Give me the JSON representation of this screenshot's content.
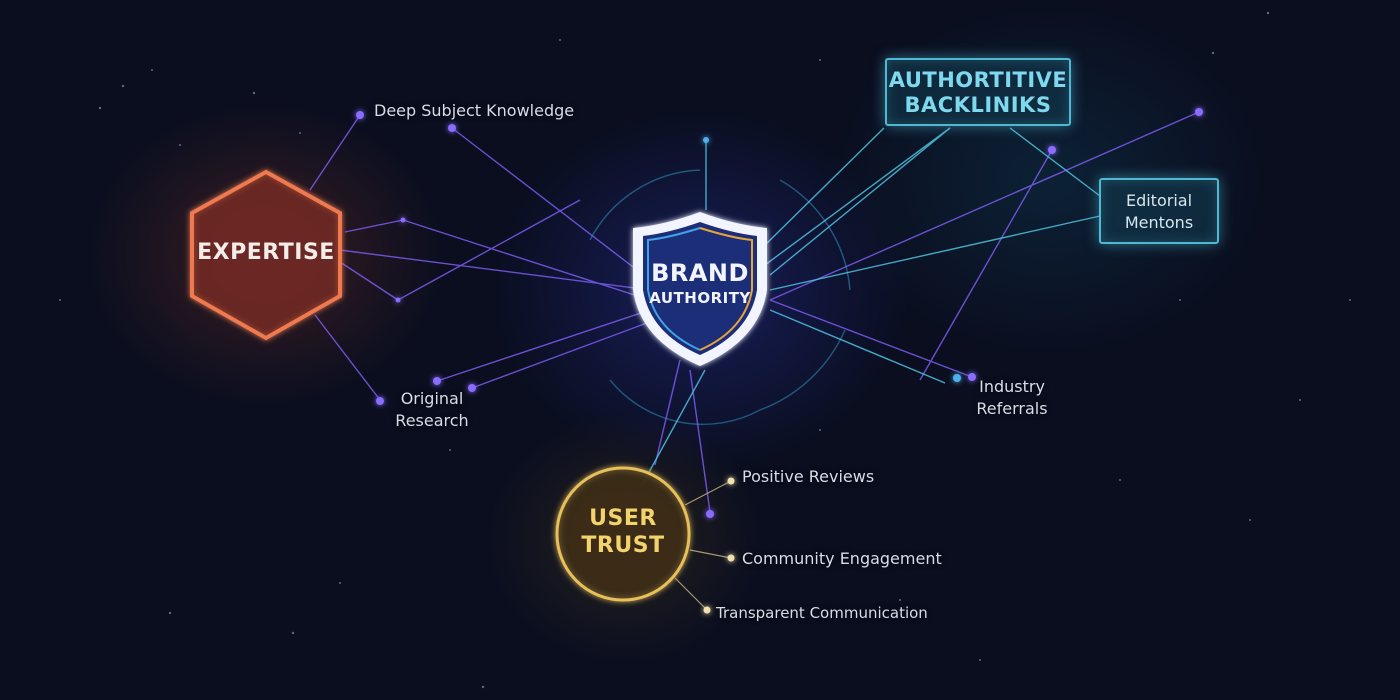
{
  "diagram": {
    "type": "concept-network",
    "center": {
      "title_line1": "BRAND",
      "title_line2": "AUTHORITY",
      "shape": "shield"
    },
    "nodes": {
      "expertise": {
        "label": "EXPERTISE",
        "shape": "hexagon",
        "color": "#f07a4f"
      },
      "user_trust": {
        "label_line1": "USER",
        "label_line2": "TRUST",
        "shape": "circle",
        "color": "#e8c05a"
      },
      "backlinks": {
        "label_line1": "AUTHORTITIVE",
        "label_line2": "BACKLINIKS",
        "shape": "rectangle",
        "color": "#4fb8d2"
      },
      "editorial": {
        "label_line1": "Editorial",
        "label_line2": "Mentons",
        "shape": "rectangle",
        "color": "#4fb8d2"
      }
    },
    "annotations": {
      "deep_subject_knowledge": "Deep Subject Knowledge",
      "original_research_line1": "Original",
      "original_research_line2": "Research",
      "industry_referrals_line1": "Industry",
      "industry_referrals_line2": "Referrals",
      "positive_reviews": "Positive Reviews",
      "community_engagement": "Community Engagement",
      "transparent_communication": "Transparent Communication"
    },
    "colors": {
      "background": "#0a0e1f",
      "shield_fill": "#1f2f78",
      "shield_border": "#f2f4ff",
      "accent_blue": "#3fa3e8",
      "accent_gold": "#e8a33a",
      "line_purple": "#7b5cf0",
      "line_cyan": "#4fc3e0"
    }
  }
}
